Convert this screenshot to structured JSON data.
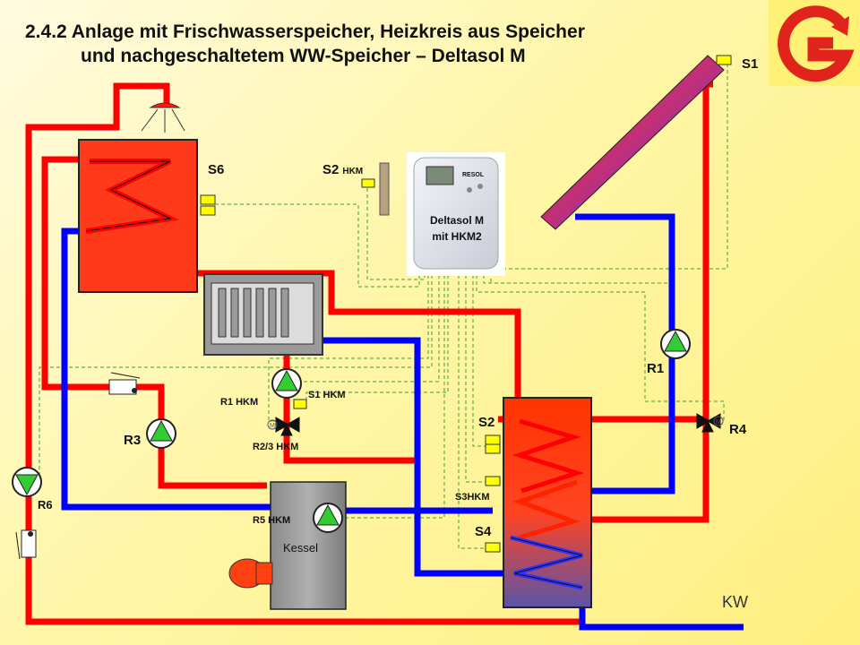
{
  "title": {
    "line1": "2.4.2  Anlage mit Frischwasserspeicher, Heizkreis aus Speicher",
    "line2": "und nachgeschaltetem WW-Speicher – Deltasol M"
  },
  "controller": {
    "line1": "Deltasol M",
    "line2": "mit HKM2",
    "brand": "RESOL"
  },
  "labels": {
    "s1": "S1",
    "s2_hkm_main": "S2",
    "s2_hkm_small": "HKM",
    "s6": "S6",
    "r1": "R1",
    "r4": "R4",
    "s2": "S2",
    "s3hkm": "S3HKM",
    "s4": "S4",
    "r1_hkm": "R1 HKM",
    "s1_hkm": "S1 HKM",
    "r23_hkm": "R2/3 HKM",
    "r3": "R3",
    "r6": "R6",
    "r5_hkm": "R5 HKM",
    "kessel": "Kessel",
    "kw": "KW",
    "m_left": "M",
    "m_right": "M"
  },
  "colors": {
    "hot": "#ff0000",
    "cold": "#0000ff",
    "sensor": "#ffff00",
    "pump": "#33cc33",
    "signal": "#3aa23a",
    "logo": "#e0241b"
  },
  "icons": {
    "logo": "g-logo-icon",
    "shower": "shower-icon",
    "pump": "pump-icon",
    "valve": "mixing-valve-icon"
  }
}
